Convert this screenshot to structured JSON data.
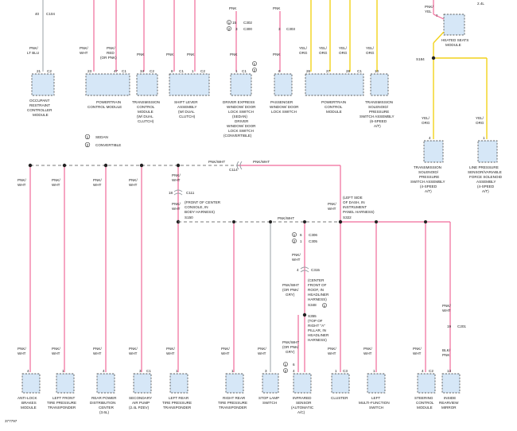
{
  "corner_label": "2.4L",
  "figure_number": "377797",
  "top_wires": {
    "occupant_wire_pin": "40",
    "occupant_conn": "C104",
    "occupant_color": [
      "PNK/",
      "LT BLU"
    ],
    "pcm_wire_color": [
      "PNK/",
      "WHT"
    ],
    "pcm_red_color": [
      "PNK/",
      "RED",
      "(OR PNK)"
    ],
    "tcm_color": "PNK",
    "shift_color_1": "PNK",
    "shift_color_2": "PNK",
    "drv_color_top": "PNK",
    "drv_pin_1": "15",
    "drv_conn_1": "C302",
    "drv_pin_2": "3",
    "drv_conn_2": "C300",
    "drv_color_mid": "PNK",
    "pass_color_top": "PNK",
    "pass_pin": "3",
    "pass_conn": "C303",
    "pass_color_mid": "PNK",
    "yel_1": [
      "YEL/",
      "ORG"
    ],
    "yel_2": [
      "YEL/",
      "ORG"
    ],
    "yel_3": [
      "YEL/",
      "ORG"
    ],
    "yel_4": [
      "YEL/",
      "ORG"
    ],
    "heated_color": [
      "PNK/",
      "YEL"
    ],
    "heated_pin": "6",
    "splice_s184": "S184",
    "s184_left_color": [
      "YEL/",
      "ORG"
    ],
    "s184_right_color": [
      "YEL/",
      "ORG"
    ]
  },
  "top_components": [
    {
      "name": [
        "OCCUPANT",
        "RESTRAINT",
        "CONTROLLER",
        "MODULE"
      ],
      "pins": [
        "21",
        "C2"
      ]
    },
    {
      "name": [
        "POWERTRAIN",
        "CONTROL MODULE"
      ],
      "pins": [
        "23",
        "47",
        "C1"
      ]
    },
    {
      "name": [
        "TRANSMISSION",
        "CONTROL",
        "MODULE",
        "(W/ DUAL",
        "CLUTCH)"
      ],
      "pins": [
        "34",
        "C2"
      ]
    },
    {
      "name": [
        "SHIFT LEVER",
        "ASSEMBLY",
        "(W/ DUAL",
        "CLUTCH)"
      ],
      "pins": [
        "8",
        "C1",
        "1",
        "C2"
      ]
    },
    {
      "name": [
        "DRIVER EXPRESS",
        "WINDOW/ DOOR",
        "LOCK SWITCH",
        "(SEDAN)",
        "DRIVER",
        "WINDOW/ DOOR",
        "LOCK SWITCH",
        "(CONVERTIBLE)"
      ],
      "pins": [
        "1",
        "C1"
      ]
    },
    {
      "name": [
        "PASSENGER",
        "WINDOW/ DOOR",
        "LOCK SWITCH"
      ],
      "pins": [
        "6"
      ]
    },
    {
      "name": [
        "POWERTRAIN",
        "CONTROL",
        "MODULE"
      ],
      "pins": [
        "26",
        "27",
        "28",
        "C1"
      ]
    },
    {
      "name": [
        "TRANSMISSION",
        "SOLENOID/",
        "PRESSURE",
        "SWITCH ASSEMBLY",
        "(6-SPEED",
        "A/T)"
      ],
      "pins": [
        "10"
      ]
    },
    {
      "name": [
        "HEATED SEATS",
        "MODULE"
      ],
      "pins": []
    },
    {
      "name": [
        "TRANSMISSION",
        "SOLENOID/",
        "PRESSURE",
        "SWITCH ASSEMBLY",
        "(4-SPEED",
        "A/T)"
      ],
      "pins": [
        "4"
      ]
    },
    {
      "name": [
        "LINE PRESSURE",
        "SENSOR/VARIABLE",
        "FORCE SOLENOID",
        "ASSEMBLY",
        "(4-SPEED",
        "A/T)"
      ],
      "pins": [
        "1"
      ]
    }
  ],
  "legend": [
    {
      "mark": "1",
      "text": "SEDAN"
    },
    {
      "mark": "2",
      "text": "CONVERTIBLE"
    }
  ],
  "mid": {
    "bus_color_1": "PNK/WHT",
    "bus_color_2": "PNK/WHT",
    "c114": "C114",
    "col_colors": [
      "PNK/",
      "WHT"
    ],
    "c111_pin": "18",
    "c111": "C111",
    "c111_note": [
      "(FRONT OF CENTER",
      "CONSOLE, IN",
      "BODY HARNESS)"
    ],
    "s150": "S150",
    "sub_bus_color": "PNK/WHT",
    "dash_note": [
      "(LEFT SIDE",
      "OF DASH, IN",
      "INSTRUMENT",
      "PANEL HARNESS)"
    ],
    "s322": "S322",
    "c306_pin": "6",
    "c306": "C306",
    "c305_pin": "1",
    "c305": "C305",
    "c315_pin": "4",
    "c315": "C315",
    "headliner_note": [
      "(CENTER",
      "FRONT OF",
      "ROOF, IN",
      "HEADLINER",
      "HARNESS)"
    ],
    "s348": "S348",
    "or_pnk_gry": [
      "PNK/WHT",
      "(OR PNK/",
      "GRY)"
    ],
    "s355": "S355",
    "a_pillar_note": [
      "(TOP OF",
      "RIGHT \"A\"",
      "PILLAR, IN",
      "HEADLINER",
      "HARNESS)"
    ],
    "or_pnk_gry_2": [
      "PNK/WHT",
      "(OR PNK/",
      "GRY)"
    ],
    "mirror_color": [
      "PNK/",
      "WHT"
    ],
    "mirror_pin": "19",
    "c201": "C201",
    "blk_pnk": [
      "BLK/",
      "PNK"
    ]
  },
  "bottom_components": [
    {
      "name": [
        "ANTI-LOCK",
        "BRAKES",
        "MODULE"
      ],
      "pins": [
        "4"
      ]
    },
    {
      "name": [
        "LEFT FRONT",
        "TIRE PRESSURE",
        "TRANSPONDER"
      ],
      "pins": [
        "1"
      ]
    },
    {
      "name": [
        "REAR POWER",
        "DISTRIBUTION",
        "CENTER",
        "(3.6L)"
      ],
      "pins": [
        "4"
      ]
    },
    {
      "name": [
        "SECONDARY",
        "AIR PUMP",
        "(2.4L PZEV)"
      ],
      "pins": [
        "3",
        "C1"
      ]
    },
    {
      "name": [
        "LEFT REAR",
        "TIRE PRESSURE",
        "TRANSPONDER"
      ],
      "pins": [
        "1"
      ]
    },
    {
      "name": [
        "RIGHT REAR",
        "TIRE PRESSURE",
        "TRANSPONDER"
      ],
      "pins": [
        "1"
      ]
    },
    {
      "name": [
        "STOP LAMP",
        "SWITCH"
      ],
      "pins": [
        "3"
      ]
    },
    {
      "name": [
        "INFRARED",
        "SENSOR",
        "(AUTOMATIC",
        "A/C)"
      ],
      "pins": [
        "6",
        "4"
      ]
    },
    {
      "name": [
        "CLUSTER"
      ],
      "pins": [
        "1",
        "C3"
      ]
    },
    {
      "name": [
        "LEFT",
        "MULTI-FUNCTION",
        "SWITCH"
      ],
      "pins": [
        "1"
      ]
    },
    {
      "name": [
        "STEERING",
        "CONTROL",
        "MODULE"
      ],
      "pins": [
        "4",
        "C2"
      ]
    },
    {
      "name": [
        "INSIDE",
        "REARVIEW",
        "MIRROR"
      ],
      "pins": [
        "13"
      ]
    }
  ]
}
